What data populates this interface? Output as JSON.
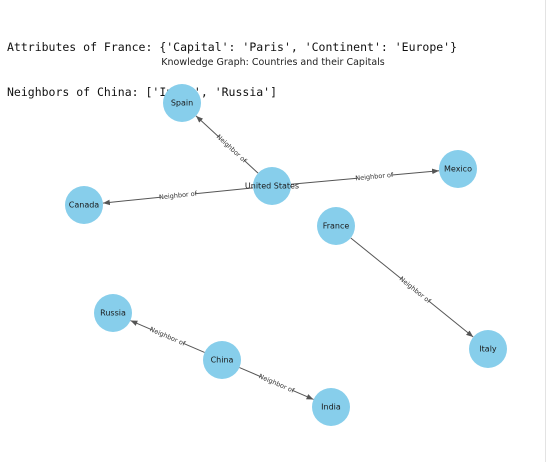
{
  "console": {
    "lines": [
      "Attributes of France: {'Capital': 'Paris', 'Continent': 'Europe'}",
      "Neighbors of China: ['India', 'Russia']"
    ]
  },
  "graph": {
    "title": "Knowledge Graph: Countries and their Capitals",
    "node_color": "#87CEEB",
    "edge_color": "#555555",
    "nodes": [
      {
        "id": "spain",
        "label": "Spain"
      },
      {
        "id": "united_states",
        "label": "United States"
      },
      {
        "id": "mexico",
        "label": "Mexico"
      },
      {
        "id": "canada",
        "label": "Canada"
      },
      {
        "id": "france",
        "label": "France"
      },
      {
        "id": "italy",
        "label": "Italy"
      },
      {
        "id": "russia",
        "label": "Russia"
      },
      {
        "id": "china",
        "label": "China"
      },
      {
        "id": "india",
        "label": "India"
      }
    ],
    "edges": [
      {
        "id": "us_spain",
        "from": "united_states",
        "to": "spain",
        "label": "Neighbor of"
      },
      {
        "id": "us_mexico",
        "from": "united_states",
        "to": "mexico",
        "label": "Neighbor of"
      },
      {
        "id": "us_canada",
        "from": "united_states",
        "to": "canada",
        "label": "Neighbor of"
      },
      {
        "id": "france_italy",
        "from": "france",
        "to": "italy",
        "label": "Neighbor of"
      },
      {
        "id": "china_russia",
        "from": "china",
        "to": "russia",
        "label": "Neighbor of"
      },
      {
        "id": "china_india",
        "from": "china",
        "to": "india",
        "label": "Neighbor of"
      }
    ]
  }
}
